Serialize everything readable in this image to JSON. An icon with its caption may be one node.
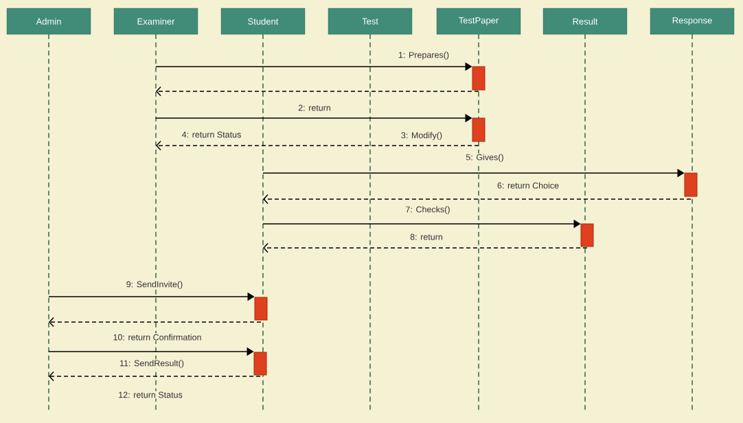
{
  "diagram": {
    "nodes": [
      {
        "text": [
          "Admin"
        ]
      },
      {
        "text": [
          "Examiner"
        ]
      },
      {
        "text": [
          "Student"
        ]
      },
      {
        "text": [
          "Test"
        ]
      },
      {
        "text": [
          "TestPaper"
        ]
      },
      {
        "text": [
          "Result"
        ]
      },
      {
        "text": [
          "Response"
        ]
      },
      {
        "text": [],
        "shape": "line"
      },
      {
        "text": [],
        "shape": "line"
      },
      {
        "text": [],
        "shape": "line"
      },
      {
        "text": [],
        "shape": "line"
      },
      {
        "text": [],
        "shape": "line"
      },
      {
        "text": [],
        "shape": "line"
      },
      {
        "text": [],
        "shape": "line"
      },
      {
        "text": [],
        "shape": "bar"
      },
      {
        "text": [],
        "shape": "bar"
      },
      {
        "text": [],
        "shape": "bar"
      },
      {
        "text": [],
        "shape": "bar"
      },
      {
        "text": [],
        "shape": "bar"
      },
      {
        "text": [],
        "shape": "bar"
      }
    ],
    "edges": [
      {
        "from": 8,
        "to": 14,
        "arrow": "to",
        "label": "1: Prepares()"
      },
      {
        "from": 14,
        "to": 8,
        "arrow": "to",
        "style": "dashed"
      },
      {
        "from": 8,
        "to": 15,
        "arrow": "to",
        "label": "2: return"
      },
      {
        "from": 15,
        "to": 8,
        "arrow": "to",
        "style": "dashed",
        "label": "3: Modify()"
      },
      {
        "from": 9,
        "to": 16,
        "arrow": "to",
        "label": "5: Gives()"
      },
      {
        "from": 16,
        "to": 9,
        "arrow": "to",
        "style": "dashed",
        "label": "6: return Choice"
      },
      {
        "from": 9,
        "to": 17,
        "arrow": "to",
        "label": "7: Checks()"
      },
      {
        "from": 17,
        "to": 9,
        "arrow": "to",
        "style": "dashed",
        "label": "8: return"
      },
      {
        "from": 7,
        "to": 18,
        "arrow": "to",
        "label": "9: SendInvite()"
      },
      {
        "from": 18,
        "to": 7,
        "arrow": "to",
        "style": "dashed"
      },
      {
        "from": 7,
        "to": 19,
        "arrow": "to",
        "label": "10: return Confirmation"
      },
      {
        "from": 19,
        "to": 7,
        "arrow": "to",
        "style": "dashed",
        "label": "11: SendResult()"
      }
    ],
    "labels": [
      "4: return Status",
      "12: return Status"
    ]
  }
}
